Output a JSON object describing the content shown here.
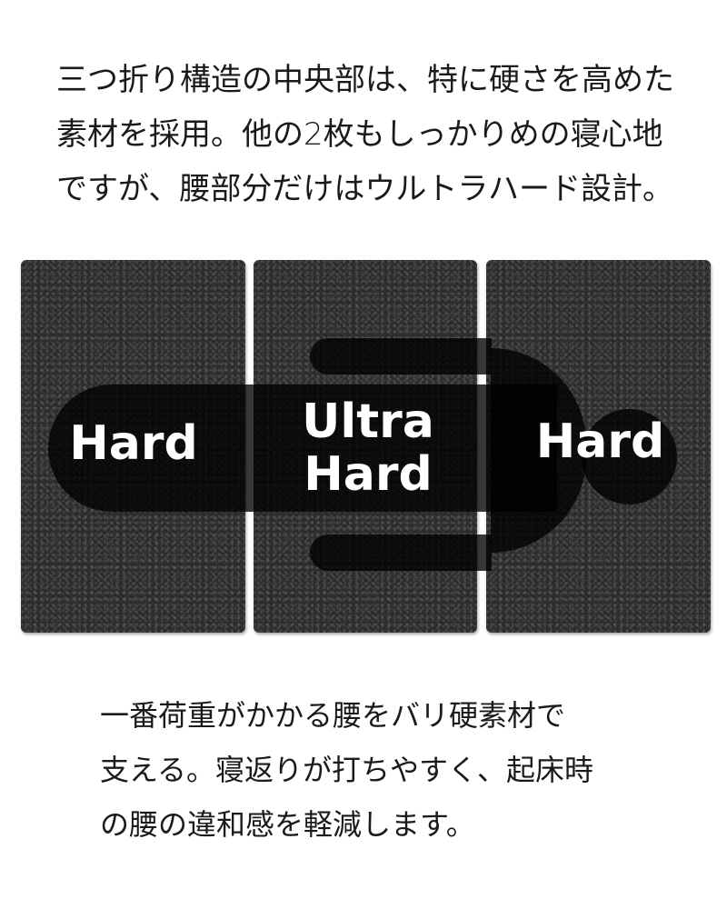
{
  "intro": {
    "lines": [
      "三つ折り構造の中央部は、特に硬さを高めた",
      "素材を採用。他の2枚もしっかりめの寝心地",
      "ですが、腰部分だけはウルトラハード設計。"
    ]
  },
  "diagram": {
    "panels": [
      {
        "label": "Hard",
        "position": "left"
      },
      {
        "label_line1": "Ultra",
        "label_line2": "Hard",
        "position": "center"
      },
      {
        "label": "Hard",
        "position": "right"
      }
    ],
    "colors": {
      "panel": "#2b2b2b",
      "silhouette": "#000000",
      "label": "#ffffff"
    }
  },
  "outro": {
    "lines": [
      "一番荷重がかかる腰をバリ硬素材で",
      "支える。寝返りが打ちやすく、起床時",
      "の腰の違和感を軽減します。"
    ]
  }
}
